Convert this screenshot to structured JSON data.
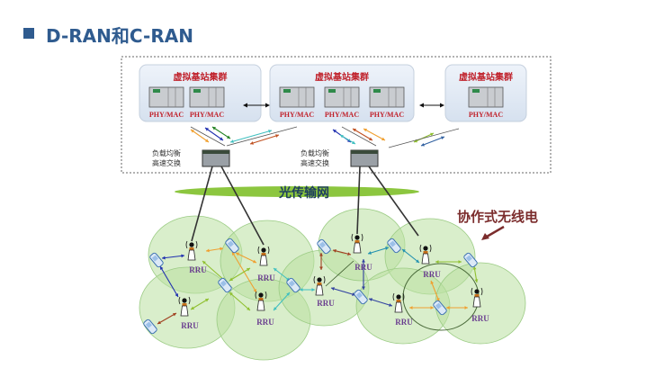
{
  "slide": {
    "title": "D-RAN和C-RAN"
  },
  "diagram": {
    "cluster_title": "虚拟基站集群",
    "server_label": "PHY/MAC",
    "switch_label_line1": "负载均衡",
    "switch_label_line2": "高速交换",
    "network_label": "光传输网",
    "cooperative_label": "协作式无线电",
    "rru_label": "RRU"
  },
  "colors": {
    "title": "#2f5b8f",
    "cluster_text": "#c0202a",
    "cell_fill": "#b9e0a0",
    "network": "#8cc63f",
    "cooperative": "#7b2c2c"
  }
}
